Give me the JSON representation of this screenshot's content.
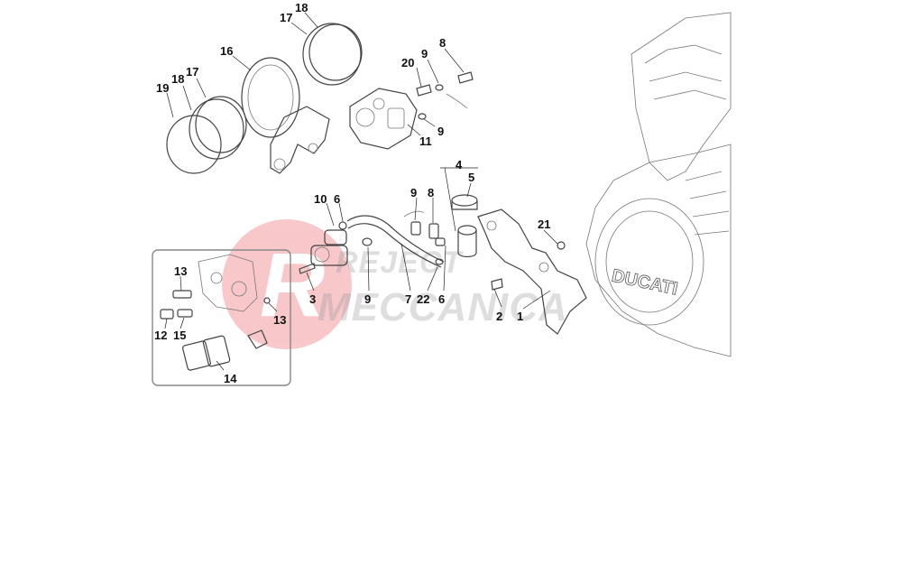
{
  "diagram": {
    "watermark": {
      "line1": "REJECT",
      "line2": "MECCANICA",
      "emblem_letter": "R"
    },
    "engine_brand": "DUCATI",
    "callouts": [
      {
        "id": "c1",
        "text": "1"
      },
      {
        "id": "c2",
        "text": "2"
      },
      {
        "id": "c3",
        "text": "3"
      },
      {
        "id": "c4",
        "text": "4"
      },
      {
        "id": "c5",
        "text": "5"
      },
      {
        "id": "c6a",
        "text": "6"
      },
      {
        "id": "c6b",
        "text": "6"
      },
      {
        "id": "c7",
        "text": "7"
      },
      {
        "id": "c8a",
        "text": "8"
      },
      {
        "id": "c8b",
        "text": "8"
      },
      {
        "id": "c9a",
        "text": "9"
      },
      {
        "id": "c9b",
        "text": "9"
      },
      {
        "id": "c9c",
        "text": "9"
      },
      {
        "id": "c9d",
        "text": "9"
      },
      {
        "id": "c10",
        "text": "10"
      },
      {
        "id": "c11",
        "text": "11"
      },
      {
        "id": "c12",
        "text": "12"
      },
      {
        "id": "c13a",
        "text": "13"
      },
      {
        "id": "c13b",
        "text": "13"
      },
      {
        "id": "c14",
        "text": "14"
      },
      {
        "id": "c15",
        "text": "15"
      },
      {
        "id": "c16",
        "text": "16"
      },
      {
        "id": "c17a",
        "text": "17"
      },
      {
        "id": "c17b",
        "text": "17"
      },
      {
        "id": "c18a",
        "text": "18"
      },
      {
        "id": "c18b",
        "text": "18"
      },
      {
        "id": "c19",
        "text": "19"
      },
      {
        "id": "c20",
        "text": "20"
      },
      {
        "id": "c21",
        "text": "21"
      },
      {
        "id": "c22",
        "text": "22"
      }
    ]
  }
}
